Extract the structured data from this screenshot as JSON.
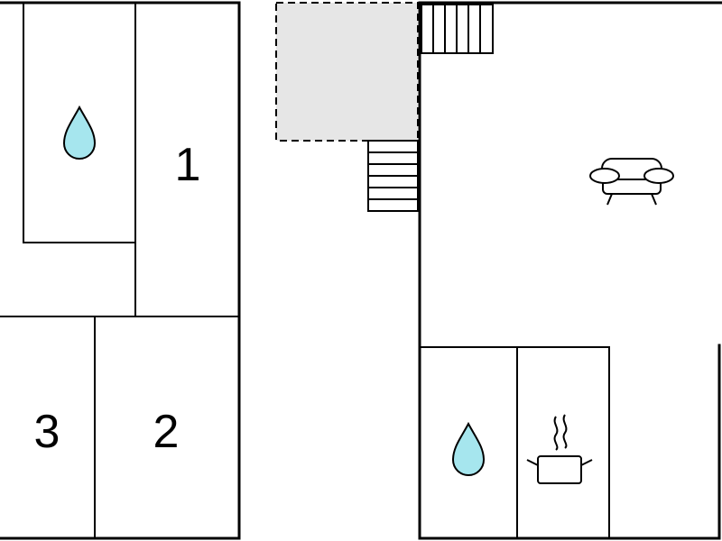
{
  "rooms": {
    "bedroom_1": {
      "label": "1"
    },
    "bedroom_2": {
      "label": "2"
    },
    "bedroom_3": {
      "label": "3"
    }
  },
  "icons": {
    "bathroom_upper": "water-drop-icon",
    "bathroom_lower": "water-drop-icon",
    "kitchen": "cooking-pot-icon",
    "living_room": "sofa-icon",
    "stairs": "stairs-icon"
  },
  "colors": {
    "water": "#a6e6ee",
    "terrace": "#e6e6e6",
    "wall": "#000000"
  }
}
